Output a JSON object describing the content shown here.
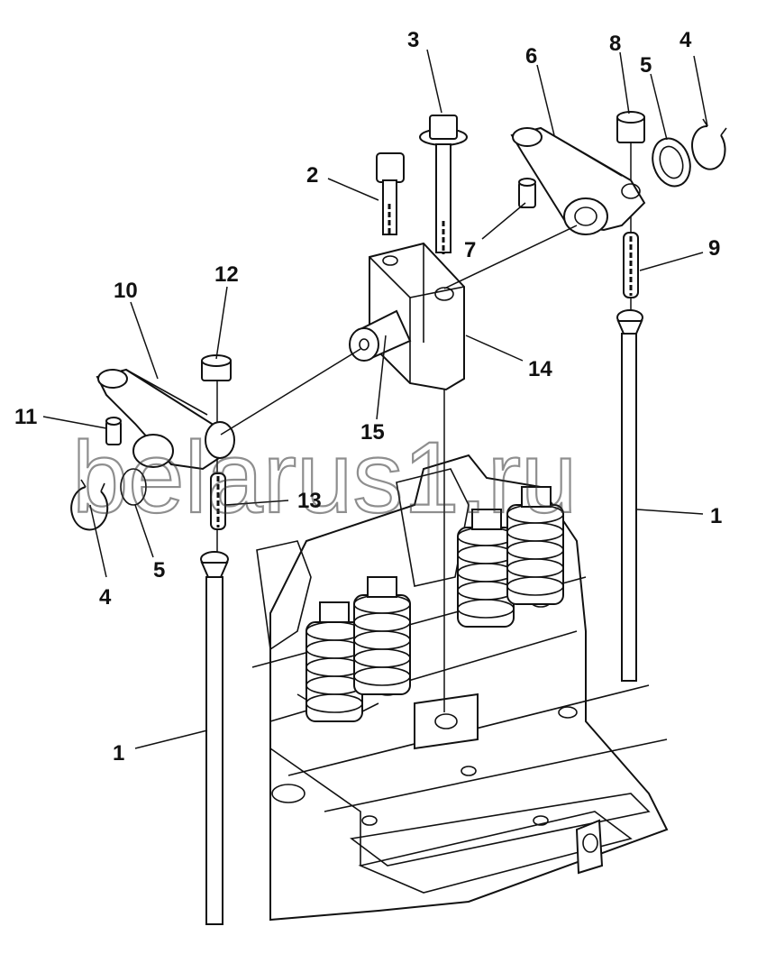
{
  "diagram": {
    "watermark": "belarus1.ru",
    "callouts": {
      "c1_right": "1",
      "c1_left": "1",
      "c2": "2",
      "c3": "3",
      "c4_top": "4",
      "c4_left": "4",
      "c5_top": "5",
      "c5_left": "5",
      "c6": "6",
      "c7": "7",
      "c8": "8",
      "c9": "9",
      "c10": "10",
      "c11": "11",
      "c12": "12",
      "c13": "13",
      "c14": "14",
      "c15": "15"
    }
  }
}
